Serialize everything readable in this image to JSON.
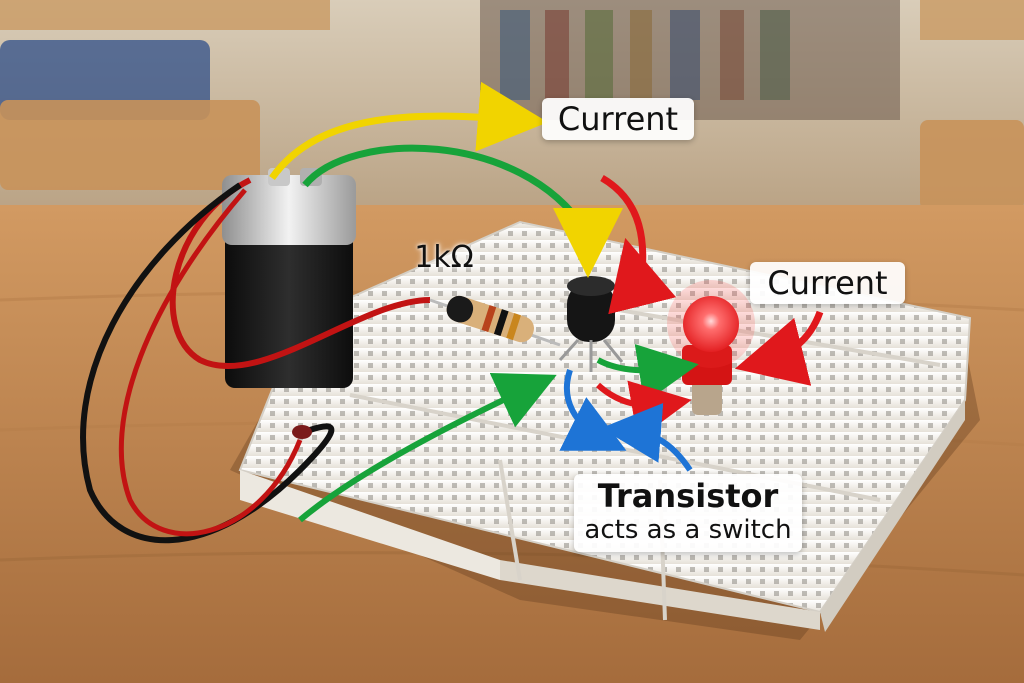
{
  "labels": {
    "current_top": "Current",
    "current_right": "Current",
    "resistor_value": "1kΩ",
    "transistor_title": "Transistor",
    "transistor_caption": "acts as a switch"
  },
  "colors": {
    "desk": "#c08a56",
    "breadboard": "#f2efe9",
    "arrow_yellow": "#f1d400",
    "arrow_green": "#17a33a",
    "arrow_red": "#e0181c",
    "arrow_blue": "#1e74d6",
    "led": "#ff2a2a",
    "battery": "#1a1a1a"
  }
}
